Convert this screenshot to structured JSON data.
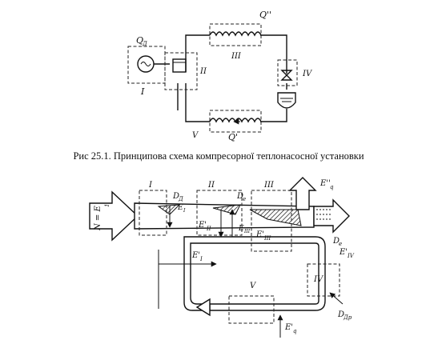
{
  "caption": "Рис 25.1. Принципова схема компресорної теплонасосної установки",
  "top_scheme": {
    "label_I": "I",
    "label_II": "II",
    "label_III": "III",
    "label_IV": "IV",
    "label_V": "V",
    "q_main": "Q",
    "q_main_sub": "Д",
    "q_top": "Q''",
    "q_bottom": "Q'"
  },
  "energy_flow": {
    "label_I": "I",
    "label_II": "II",
    "label_III": "III",
    "label_IV": "IV",
    "label_V": "V",
    "N": "N = E",
    "N_sub": "1",
    "D_d": "D",
    "D_d_sub": "Д",
    "D_e": "D",
    "D_e_sub": "e",
    "E_q_top": "E''",
    "E_q_top_sub": "q",
    "E_I": "E",
    "E_I_sub": "I",
    "E_I_prime": "E'",
    "E_I_prime_sub": "I",
    "E_II_prime": "E'",
    "E_II_prime_sub": "II",
    "E_III_prime": "E'",
    "E_III_prime_sub": "III",
    "E_III": "E",
    "E_III_sub": "III",
    "E_IV_prime": "E'",
    "E_IV_prime_sub": "IV",
    "D_e_right": "D",
    "D_e_right_sub": "e",
    "D_dr": "D",
    "D_dr_sub": "Др",
    "E_q_bottom": "E'",
    "E_q_bottom_sub": "q"
  }
}
